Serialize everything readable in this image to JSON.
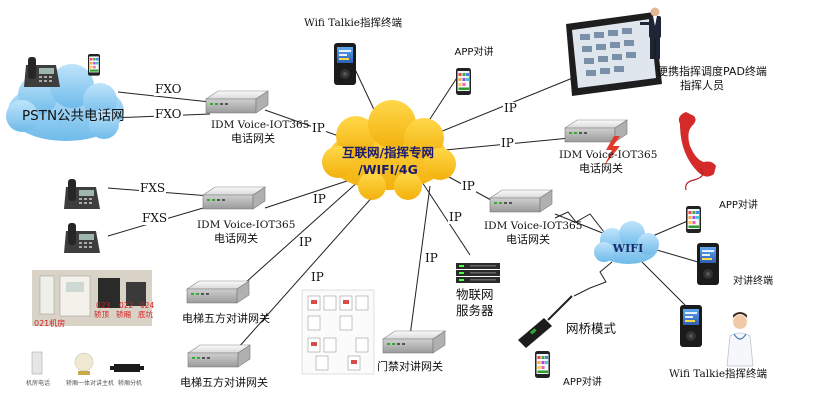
{
  "labels": {
    "wifi_talkie_top": "Wifi Talkie指挥终端",
    "app_top": "APP对讲",
    "pad_line1": "便携指挥调度PAD终端",
    "pad_line2": "指挥人员",
    "pstn": "PSTN公共电话网",
    "fxo_1": "FXO",
    "fxo_2": "FXO",
    "gw1_line1": "IDM Voice-IOT365",
    "gw1_line2": "电话网关",
    "ip_gw1": "IP",
    "internet_line1": "互联网/指挥专网",
    "internet_line2": "/WIFI/4G",
    "ip_top": "IP",
    "gw_right_line1": "IDM Voice-IOT365",
    "gw_right_line2": "电话网关",
    "ip_right": "IP",
    "fxs_1": "FXS",
    "fxs_2": "FXS",
    "gw_left_line1": "IDM Voice-IOT365",
    "gw_left_line2": "电话网关",
    "ip_left": "IP",
    "ip_mid_right": "IP",
    "gw_mid_line1": "IDM Voice-IOT365",
    "gw_mid_line2": "电话网关",
    "app_right": "APP对讲",
    "wifi": "WIFI",
    "intercom_terminal": "对讲终端",
    "ip_elev1": "IP",
    "ip_server": "IP",
    "ip_door": "IP",
    "ip_elev2": "IP",
    "iot_server_line1": "物联网",
    "iot_server_line2": "服务器",
    "bridge_mode": "网桥模式",
    "elevator_gateway_1": "电梯五方对讲网关",
    "elevator_gateway_2": "电梯五方对讲网关",
    "door_gateway": "门禁对讲网关",
    "app_bottom": "APP对讲",
    "wifi_talkie_bottom": "Wifi Talkie指挥终端",
    "machine_room": "021机房",
    "elev_023": "023",
    "elev_022": "022",
    "elev_024": "024",
    "elev_top": "轿顶",
    "elev_car": "轿厢",
    "elev_pit": "底坑",
    "dev_small_1": "机房电话",
    "dev_small_2": "轿厢一体对讲主机",
    "dev_small_3": "轿厢分机"
  },
  "colors": {
    "internet_cloud": "#f7c21a",
    "pstn_cloud": "#8ecdf0",
    "wifi_cloud": "#9fd0f2",
    "gateway_body": "#e9e9e9",
    "handset_red": "#d42a2a",
    "label_dark": "#111111",
    "internet_text": "#1a1a6e"
  },
  "icons": [
    "desk-phone-icon",
    "smartphone-icon",
    "handheld-radio-icon",
    "tablet-icon",
    "person-icon",
    "red-handset-icon",
    "server-rack-icon",
    "router-antenna-icon",
    "doctor-icon",
    "lightning-icon"
  ]
}
